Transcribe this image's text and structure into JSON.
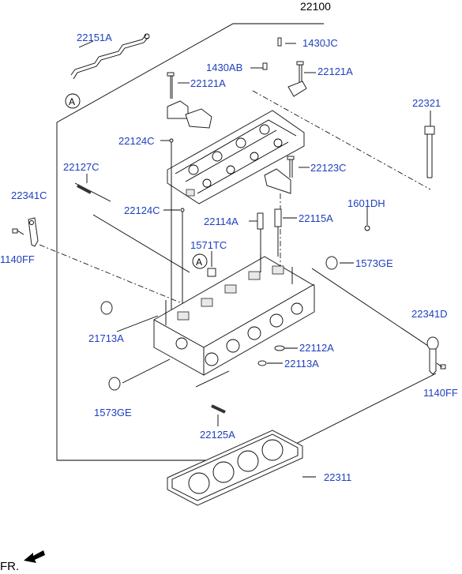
{
  "main_part": "22100",
  "labels": {
    "l22151A": "22151A",
    "l1430JC": "1430JC",
    "l1430AB": "1430AB",
    "l22121A_a": "22121A",
    "l22121A_b": "22121A",
    "l22321": "22321",
    "l22124C_a": "22124C",
    "l22127C": "22127C",
    "l22123C": "22123C",
    "l22341C": "22341C",
    "l22124C_b": "22124C",
    "l1601DH": "1601DH",
    "l22114A": "22114A",
    "l22115A": "22115A",
    "l1140FF_a": "1140FF",
    "l1571TC": "1571TC",
    "l1573GE_a": "1573GE",
    "l22341D": "22341D",
    "l21713A": "21713A",
    "l22112A": "22112A",
    "l22113A": "22113A",
    "l1140FF_b": "1140FF",
    "l1573GE_b": "1573GE",
    "l22125A": "22125A",
    "l22311": "22311"
  },
  "markers": {
    "circle_a": "A"
  },
  "front_indicator": "FR.",
  "colors": {
    "label": "#1f3fbf",
    "line": "#000000"
  }
}
